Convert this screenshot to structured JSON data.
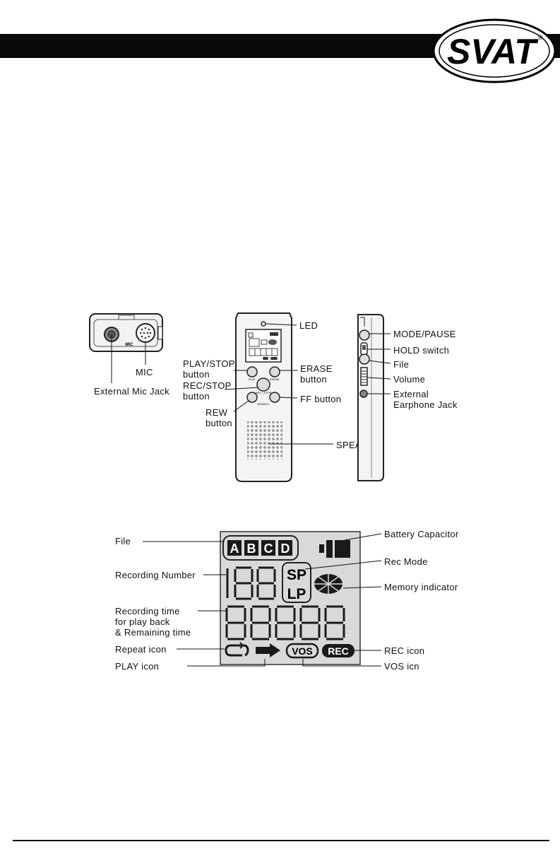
{
  "brand": {
    "logo_text": "SVAT",
    "registered_mark": "®"
  },
  "top_view": {
    "mic_print": "MIC",
    "labels": {
      "mic": "MIC",
      "ext_mic_jack": "External Mic Jack"
    }
  },
  "front_view": {
    "button_prints": {
      "play": "PLAY",
      "erase": "ERASE",
      "rec_stop": "REC / STOP",
      "search": "SEARCH"
    },
    "labels": {
      "led": "LED",
      "play_stop_1": "PLAY/STOP",
      "play_stop_2": "button",
      "erase_1": "ERASE",
      "erase_2": "button",
      "rec_stop_1": "REC/STOP",
      "rec_stop_2": "button",
      "rew_1": "REW",
      "rew_2": "button",
      "ff": "FF button",
      "speaker": "SPEAKER"
    }
  },
  "side_view": {
    "labels": {
      "mode_pause": "MODE/PAUSE",
      "hold": "HOLD switch",
      "file": "File",
      "volume": "Volume",
      "earphone_1": "External",
      "earphone_2": "Earphone Jack"
    }
  },
  "lcd": {
    "file_letters": [
      "A",
      "B",
      "C",
      "D"
    ],
    "mode_sp": "SP",
    "mode_lp": "LP",
    "vos": "VOS",
    "rec": "REC",
    "labels": {
      "file": "File",
      "recording_number": "Recording Number",
      "recording_time_1": "Recording time",
      "recording_time_2": "for play back",
      "recording_time_3": "& Remaining time",
      "repeat": "Repeat icon",
      "play": "PLAY icon",
      "battery": "Battery Capacitor",
      "rec_mode": "Rec Mode",
      "memory": "Memory indicator",
      "rec_icon": "REC icon",
      "vos_icon": "VOS icn"
    }
  }
}
